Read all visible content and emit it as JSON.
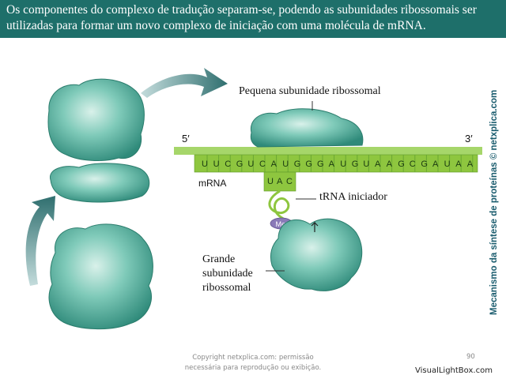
{
  "header": {
    "line1": "Os componentes do complexo de tradução separam-se, podendo as subunidades ribossomais ser",
    "line2": "utilizadas para formar um novo complexo de iniciação com uma molécula de mRNA."
  },
  "diagram": {
    "small_subunit_label": "Pequena subunidade ribossomal",
    "end5": "5′",
    "end3": "3′",
    "mrna_label": "mRNA",
    "codons": [
      "U",
      "U",
      "C",
      "G",
      "U",
      "C",
      "A",
      "U",
      "G",
      "G",
      "G",
      "A",
      "U",
      "G",
      "U",
      "A",
      "A",
      "G",
      "C",
      "G",
      "A",
      "U",
      "A",
      "A"
    ],
    "anticodon": [
      "U",
      "A",
      "C"
    ],
    "trna_label": "tRNA iniciador",
    "met_label": "Met",
    "large_subunit_label": [
      "Grande",
      "subunidade",
      "ribossomal"
    ]
  },
  "side_caption": "Mecanismo da síntese de proteínas © netxplica.com",
  "footer": {
    "line1": "Copyright netxplica.com: permissão",
    "line2": "necessária para reprodução ou exibição.",
    "page": "90"
  },
  "watermark": "VisualLightBox.com",
  "colors": {
    "header_bg": "#1e6f6a",
    "ribosome": "#5fb8a8",
    "mrna": "#8ec63f",
    "met": "#8a7ab8"
  }
}
